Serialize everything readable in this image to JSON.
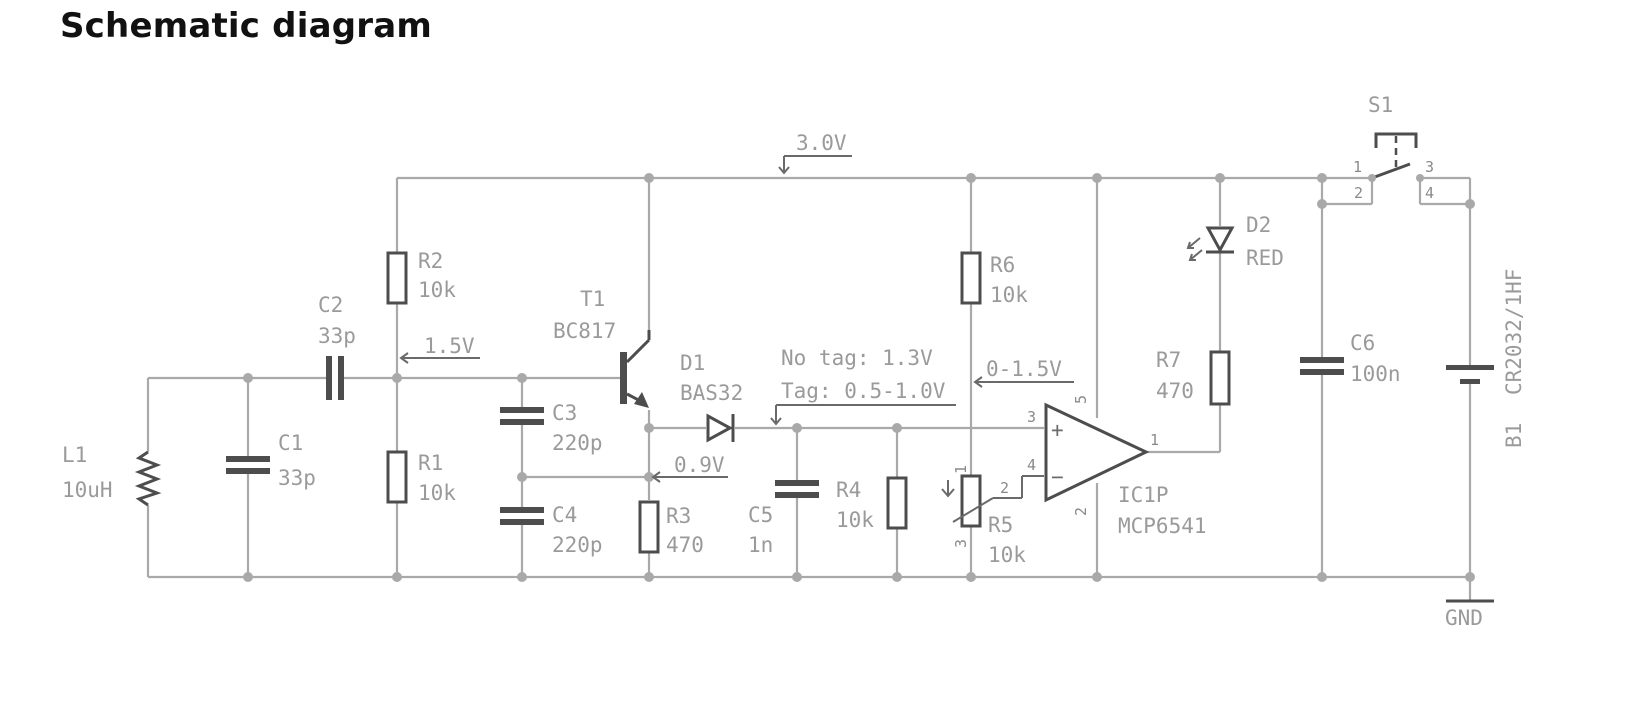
{
  "title": "Schematic diagram",
  "components": {
    "L1": {
      "ref": "L1",
      "value": "10uH"
    },
    "C1": {
      "ref": "C1",
      "value": "33p"
    },
    "C2": {
      "ref": "C2",
      "value": "33p"
    },
    "R1": {
      "ref": "R1",
      "value": "10k"
    },
    "R2": {
      "ref": "R2",
      "value": "10k"
    },
    "C3": {
      "ref": "C3",
      "value": "220p"
    },
    "C4": {
      "ref": "C4",
      "value": "220p"
    },
    "T1": {
      "ref": "T1",
      "value": "BC817"
    },
    "R3": {
      "ref": "R3",
      "value": "470"
    },
    "D1": {
      "ref": "D1",
      "value": "BAS32"
    },
    "C5": {
      "ref": "C5",
      "value": "1n"
    },
    "R4": {
      "ref": "R4",
      "value": "10k"
    },
    "R5": {
      "ref": "R5",
      "value": "10k"
    },
    "R6": {
      "ref": "R6",
      "value": "10k"
    },
    "IC1": {
      "ref": "IC1P",
      "value": "MCP6541"
    },
    "R7": {
      "ref": "R7",
      "value": "470"
    },
    "D2": {
      "ref": "D2",
      "value": "RED"
    },
    "C6": {
      "ref": "C6",
      "value": "100n"
    },
    "B1": {
      "ref": "B1",
      "value": "CR2032/1HF"
    },
    "S1": {
      "ref": "S1"
    }
  },
  "annotations": {
    "v_supply": "3.0V",
    "v_bias": "1.5V",
    "v_emitter": "0.9V",
    "v_no_tag": "No tag: 1.3V",
    "v_tag": "Tag: 0.5-1.0V",
    "v_ref": "0-1.5V",
    "gnd": "GND"
  },
  "pins": {
    "opamp_in_plus": "3",
    "opamp_in_minus": "4",
    "opamp_out": "1",
    "opamp_vdd": "5",
    "opamp_vss": "2",
    "opamp_plus_sign": "+",
    "opamp_minus_sign": "−",
    "pot_top": "1",
    "pot_wiper": "2",
    "pot_bottom": "3",
    "s1_1": "1",
    "s1_2": "2",
    "s1_3": "3",
    "s1_4": "4"
  },
  "colors": {
    "wire": "#a9a9a9",
    "component": "#4d4d4d",
    "label": "#9a9a9a",
    "title": "#111111"
  }
}
